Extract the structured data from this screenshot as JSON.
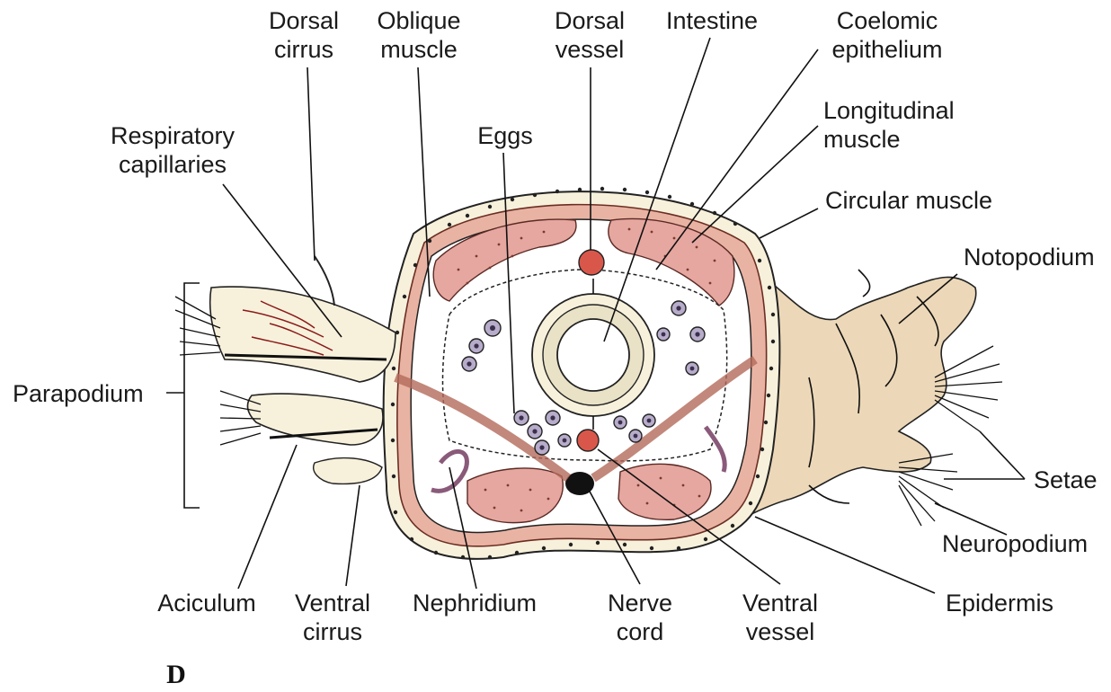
{
  "figure": {
    "panel_letter": "D"
  },
  "labels": {
    "dorsal_cirrus": [
      "Dorsal",
      "cirrus"
    ],
    "oblique_muscle": [
      "Oblique",
      "muscle"
    ],
    "dorsal_vessel": [
      "Dorsal",
      "vessel"
    ],
    "intestine": "Intestine",
    "coelomic_epithelium": [
      "Coelomic",
      "epithelium"
    ],
    "respiratory_capillaries": [
      "Respiratory",
      "capillaries"
    ],
    "eggs": "Eggs",
    "longitudinal_muscle": [
      "Longitudinal",
      "muscle"
    ],
    "circular_muscle": "Circular muscle",
    "notopodium": "Notopodium",
    "parapodium": "Parapodium",
    "setae": "Setae",
    "neuropodium": "Neuropodium",
    "aciculum": "Aciculum",
    "ventral_cirrus": [
      "Ventral",
      "cirrus"
    ],
    "nephridium": "Nephridium",
    "nerve_cord": [
      "Nerve",
      "cord"
    ],
    "ventral_vessel": [
      "Ventral",
      "vessel"
    ],
    "epidermis": "Epidermis"
  },
  "colors": {
    "epidermis": "#f7f1dc",
    "muscle": "#e9b3a3",
    "longitudinal_muscle": "#e6a7a0",
    "vessel": "#d9574a",
    "egg": "#b7acc9",
    "parapodium_surface": "#ecd8b8"
  }
}
